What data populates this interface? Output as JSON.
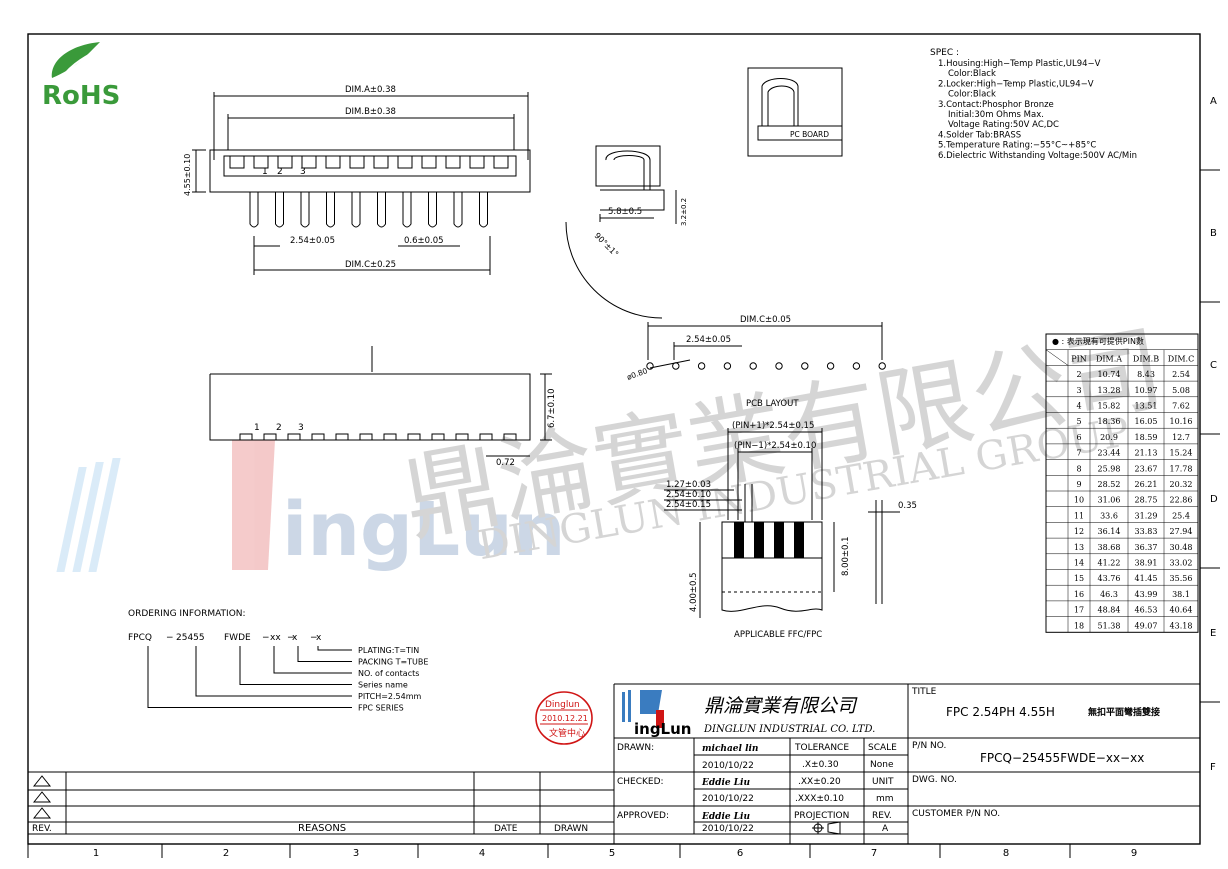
{
  "rohs": {
    "label": "RoHS"
  },
  "spec": {
    "heading": "SPEC :",
    "lines": [
      "1.Housing:High−Temp  Plastic,UL94−V",
      "Color:Black",
      "2.Locker:High−Temp  Plastic,UL94−V",
      "Color:Black",
      "3.Contact:Phosphor  Bronze",
      "Initial:30m  Ohms  Max.",
      "Voltage  Rating:50V  AC,DC",
      "4.Solder  Tab:BRASS",
      "5.Temperature  Rating:−55°C~+85°C",
      "6.Dielectric  Withstanding  Voltage:500V  AC/Min"
    ]
  },
  "front_view": {
    "dim_a": "DIM.A±0.38",
    "dim_b": "DIM.B±0.38",
    "dim_c": "DIM.C±0.25",
    "height": "4.55±0.10",
    "pitch": "2.54±0.05",
    "pin_width": "0.6±0.05",
    "pin_numbers": [
      "1",
      "2",
      "3"
    ]
  },
  "side_view": {
    "depth": "5.8±0.5",
    "height": "3.2±0.2",
    "angle": "90°±1°",
    "pc_board": "PC  BOARD"
  },
  "top_view": {
    "height": "6.7±0.10",
    "gap": "0.72",
    "pin_numbers": [
      "1",
      "2",
      "3"
    ]
  },
  "pcb_layout": {
    "dim_c": "DIM.C±0.05",
    "pitch": "2.54±0.05",
    "hole": "ø0.80",
    "label": "PCB  LAYOUT"
  },
  "ffc": {
    "dim1": "(PIN+1)*2.54±0.15",
    "dim2": "(PIN−1)*2.54±0.10",
    "d1": "1.27±0.03",
    "d2": "2.54±0.10",
    "d3": "2.54±0.15",
    "thickness": "0.35",
    "len1": "8.00±0.1",
    "len2": "4.00±0.5",
    "label": "APPLICABLE  FFC/FPC"
  },
  "ordering": {
    "heading": "ORDERING  INFORMATION:",
    "code_parts": [
      "FPCQ",
      "−",
      "25455",
      "FWDE",
      "−",
      "xx",
      "−",
      "x",
      "−",
      "x"
    ],
    "legend": [
      "PLATING:T=TIN",
      "PACKING  T=TUBE",
      "NO.  of contacts",
      "Series name",
      "PITCH=2.54mm",
      "FPC  SERIES"
    ]
  },
  "pin_table": {
    "note": "● : 表示現有可提供PIN數",
    "headers": [
      "PIN",
      "DIM.A",
      "DIM.B",
      "DIM.C"
    ],
    "rows": [
      [
        "2",
        "10.74",
        "8.43",
        "2.54"
      ],
      [
        "3",
        "13.28",
        "10.97",
        "5.08"
      ],
      [
        "4",
        "15.82",
        "13.51",
        "7.62"
      ],
      [
        "5",
        "18.36",
        "16.05",
        "10.16"
      ],
      [
        "6",
        "20.9",
        "18.59",
        "12.7"
      ],
      [
        "7",
        "23.44",
        "21.13",
        "15.24"
      ],
      [
        "8",
        "25.98",
        "23.67",
        "17.78"
      ],
      [
        "9",
        "28.52",
        "26.21",
        "20.32"
      ],
      [
        "10",
        "31.06",
        "28.75",
        "22.86"
      ],
      [
        "11",
        "33.6",
        "31.29",
        "25.4"
      ],
      [
        "12",
        "36.14",
        "33.83",
        "27.94"
      ],
      [
        "13",
        "38.68",
        "36.37",
        "30.48"
      ],
      [
        "14",
        "41.22",
        "38.91",
        "33.02"
      ],
      [
        "15",
        "43.76",
        "41.45",
        "35.56"
      ],
      [
        "16",
        "46.3",
        "43.99",
        "38.1"
      ],
      [
        "17",
        "48.84",
        "46.53",
        "40.64"
      ],
      [
        "18",
        "51.38",
        "49.07",
        "43.18"
      ]
    ]
  },
  "watermark": {
    "cn": "鼎淪實業有限公司",
    "en": "DINGLUN  INDUSTRIAL  GROUP",
    "logo": "ingLun"
  },
  "stamp": {
    "top": "Dinglun",
    "date": "2010.12.21",
    "bottom": "文管中心"
  },
  "company": {
    "cn": "鼎淪實業有限公司",
    "en": "DINGLUN  INDUSTRIAL  CO.  LTD.",
    "logo": "ingLun"
  },
  "title_block": {
    "title_label": "TITLE",
    "title": "FPC  2.54PH  4.55H",
    "title_cn": "無扣平面彎插雙接",
    "pn_label": "P/N  NO.",
    "pn": "FPCQ−25455FWDE−xx−xx",
    "dwg_label": "DWG.  NO.",
    "cust_label": "CUSTOMER  P/N  NO.",
    "drawn_label": "DRAWN:",
    "drawn_by": "michael lin",
    "drawn_date": "2010/10/22",
    "checked_label": "CHECKED:",
    "checked_by": "Eddie Liu",
    "checked_date": "2010/10/22",
    "approved_label": "APPROVED:",
    "approved_by": "Eddie Liu",
    "approved_date": "2010/10/22",
    "tolerance_label": "TOLERANCE",
    "tol1": ".X±0.30",
    "tol2": ".XX±0.20",
    "tol3": ".XXX±0.10",
    "projection_label": "PROJECTION",
    "scale_label": "SCALE",
    "scale": "None",
    "unit_label": "UNIT",
    "unit": "mm",
    "rev_label": "REV.",
    "rev": "A"
  },
  "revision": {
    "rev": "REV.",
    "reasons": "REASONS",
    "date": "DATE",
    "drawn": "DRAWN"
  },
  "zones": {
    "columns": [
      "1",
      "2",
      "3",
      "4",
      "5",
      "6",
      "7",
      "8",
      "9"
    ],
    "rows": [
      "A",
      "B",
      "C",
      "D",
      "E",
      "F"
    ]
  }
}
